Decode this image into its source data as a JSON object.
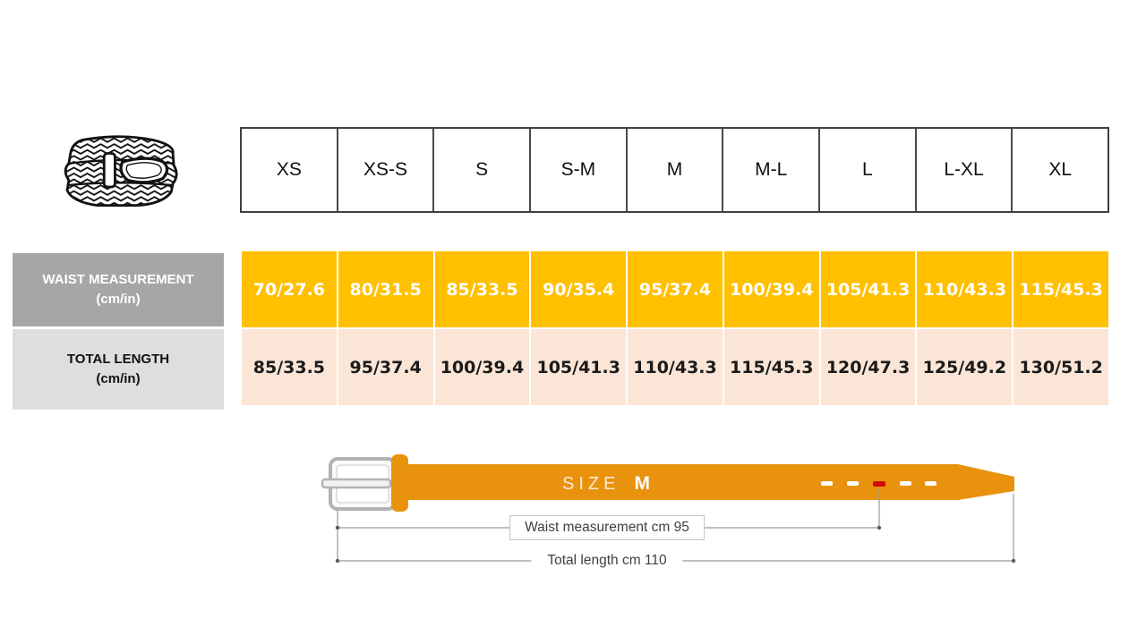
{
  "table": {
    "sizes": [
      "XS",
      "XS-S",
      "S",
      "S-M",
      "M",
      "M-L",
      "L",
      "L-XL",
      "XL"
    ],
    "rows": [
      {
        "label_line1": "WAIST MEASUREMENT",
        "label_line2": "(cm/in)",
        "values": [
          "70/27.6",
          "80/31.5",
          "85/33.5",
          "90/35.4",
          "95/37.4",
          "100/39.4",
          "105/41.3",
          "110/43.3",
          "115/45.3"
        ]
      },
      {
        "label_line1": "TOTAL LENGTH",
        "label_line2": "(cm/in)",
        "values": [
          "85/33.5",
          "95/37.4",
          "100/39.4",
          "105/41.3",
          "110/43.3",
          "115/45.3",
          "120/47.3",
          "125/49.2",
          "130/51.2"
        ]
      }
    ]
  },
  "diagram": {
    "size_label": "SIZE",
    "size_value": "M",
    "waist_annotation": "Waist measurement cm 95",
    "total_annotation": "Total length cm 110"
  },
  "icons": {
    "belt_icon": "braided-belt-illustration"
  },
  "colors": {
    "waist_row_bg": "#ffc000",
    "length_row_bg": "#fbe5d6",
    "waist_label_bg": "#a6a6a6",
    "length_label_bg": "#dedede",
    "belt_orange": "#e8920e",
    "hole_red": "#cf0a0a",
    "table_border": "#404040"
  }
}
